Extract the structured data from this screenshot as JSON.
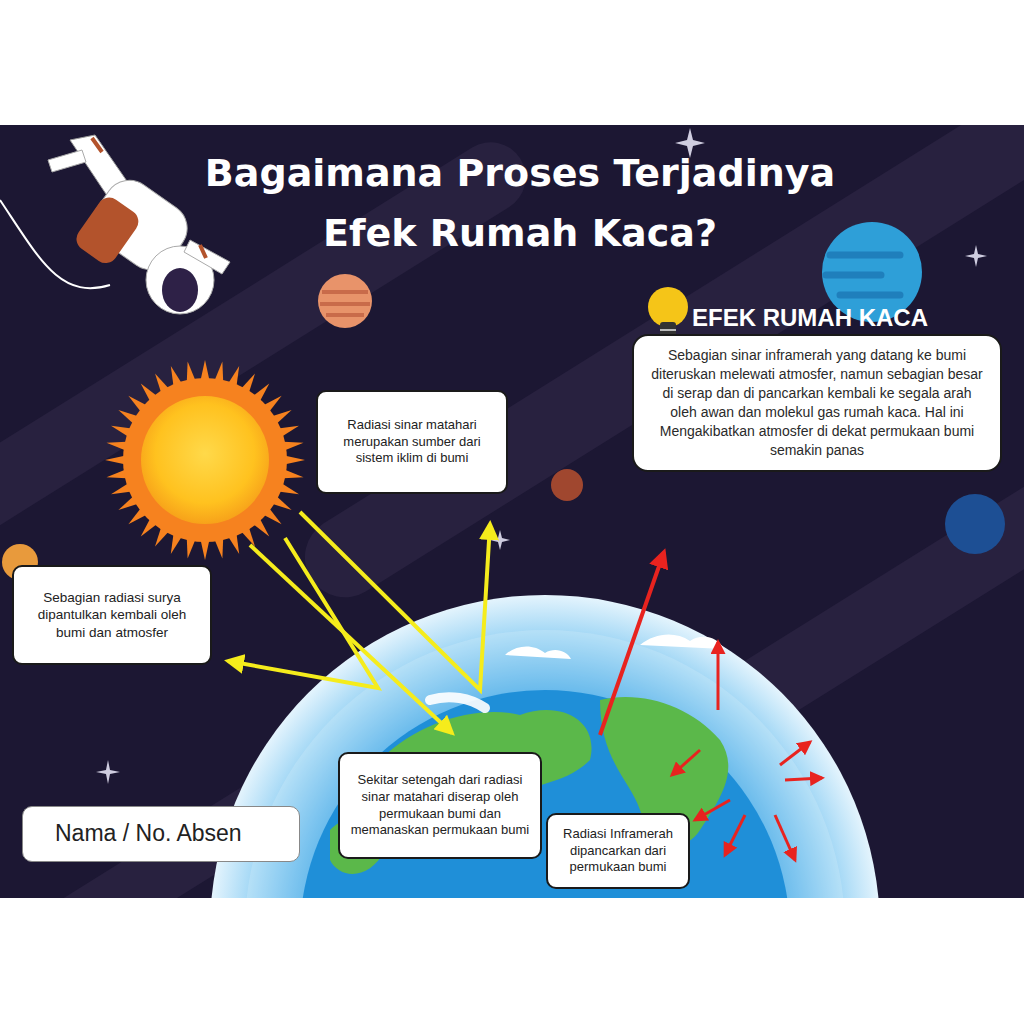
{
  "diagram": {
    "title": "Bagaimana Proses Terjadinya Efek Rumah Kaca?",
    "nodes": [
      {
        "text": [
          "Radiasi sinar matahari merupakan sumber dari sistem iklim di bumi"
        ]
      },
      {
        "text": [
          "EFEK RUMAH KACA",
          "Sebagian sinar inframerah yang datang ke bumi diteruskan melewati atmosfer, namun sebagian besar di serap dan di pancarkan kembali ke segala arah oleh awan dan molekul gas rumah kaca. Hal ini Mengakibatkan atmosfer di dekat permukaan bumi semakin panas"
        ]
      },
      {
        "text": [
          "Sebagian radiasi surya dipantulkan kembali oleh bumi dan atmosfer"
        ]
      },
      {
        "text": [
          "Sekitar setengah dari radiasi sinar matahari diserap oleh permukaan bumi dan memanaskan permukaan bumi"
        ]
      },
      {
        "text": [
          "Radiasi Inframerah dipancarkan dari permukaan bumi"
        ]
      },
      {
        "text": [
          "Nama / No. Absen"
        ]
      }
    ]
  }
}
